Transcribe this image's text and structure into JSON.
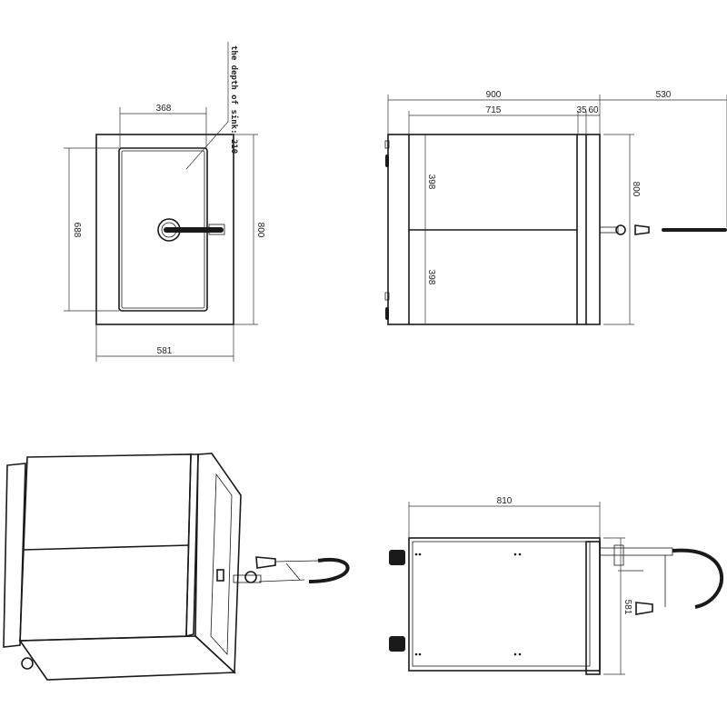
{
  "top_view": {
    "note": "the depth of sink: 210",
    "sink_width": "368",
    "sink_length": "688",
    "total_length": "800",
    "total_width": "581"
  },
  "side_view": {
    "total_length": "900",
    "body_length": "715",
    "frame_a": "35",
    "frame_b": "60",
    "faucet_reach": "530",
    "height": "800",
    "door_upper": "398",
    "door_lower": "398"
  },
  "end_view": {
    "length": "810",
    "width": "581"
  }
}
